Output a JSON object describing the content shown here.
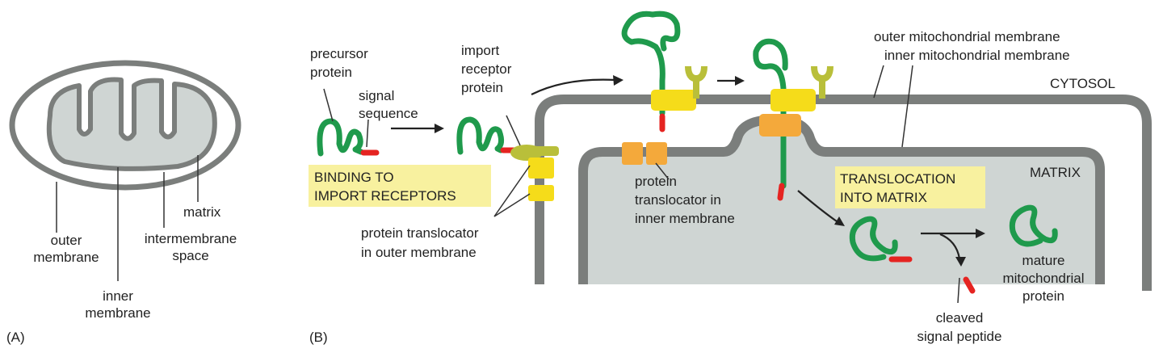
{
  "panel_a": {
    "tag": "(A)",
    "labels": {
      "outer_membrane": [
        "outer",
        "membrane"
      ],
      "inner_membrane": [
        "inner",
        "membrane"
      ],
      "intermembrane_space": [
        "intermembrane",
        "space"
      ],
      "matrix": "matrix"
    }
  },
  "panel_b": {
    "tag": "(B)",
    "labels": {
      "precursor_protein": [
        "precursor",
        "protein"
      ],
      "signal_sequence": [
        "signal",
        "sequence"
      ],
      "import_receptor_protein": [
        "import",
        "receptor",
        "protein"
      ],
      "outer_mito_membrane": "outer mitochondrial membrane",
      "inner_mito_membrane": "inner mitochondrial membrane",
      "cytosol": "CYTOSOL",
      "matrix": "MATRIX",
      "protein_translocator_outer": [
        "protein translocator",
        "in outer membrane"
      ],
      "protein_translocator_inner": [
        "protein",
        "translocator in",
        "inner membrane"
      ],
      "mature_protein": [
        "mature",
        "mitochondrial",
        "protein"
      ],
      "cleaved_signal_peptide": [
        "cleaved",
        "signal peptide"
      ]
    },
    "steps": {
      "binding": [
        "BINDING TO",
        "IMPORT RECEPTORS"
      ],
      "translocation": [
        "TRANSLOCATION",
        "INTO MATRIX"
      ]
    }
  },
  "colors": {
    "protein_chain": "#1f9a4c",
    "signal_sequence": "#e52421",
    "membrane": "#7b7e7c",
    "mito_fill": "#cfd5d3",
    "receptor": "#b9bf3a",
    "outer_translocator": "#f5dc1a",
    "inner_translocator": "#f4a93b",
    "step_box": "#f8f19f"
  }
}
